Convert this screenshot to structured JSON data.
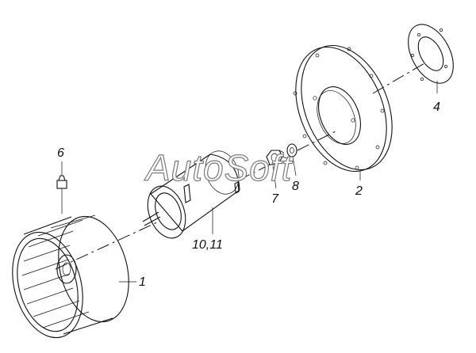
{
  "watermark": "AutoSoft",
  "callouts": {
    "fan_wheel": "1",
    "flange_plate": "2",
    "gasket": "4",
    "screw": "6",
    "nut": "7",
    "washer": "8",
    "motor": "10,11"
  },
  "colors": {
    "line": "#111111",
    "background": "#ffffff",
    "watermark_outline": "#7a7a7a"
  }
}
